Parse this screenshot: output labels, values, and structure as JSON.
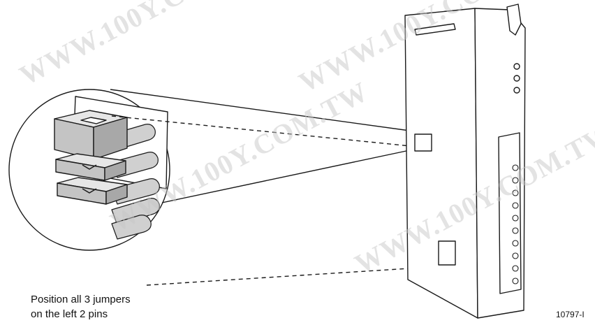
{
  "caption": {
    "line1": "Position all 3 jumpers",
    "line2": "on the left 2 pins"
  },
  "figure_id": "10797-I",
  "watermark_text": "WWW.100Y.COM.TW",
  "colors": {
    "line": "#1a1a1a",
    "jumper_top": "#e6e6e6",
    "jumper_front": "#c4c4c4",
    "jumper_side": "#a8a8a8",
    "pin": "#d0d0d0",
    "watermark": "#c8c8c8"
  }
}
